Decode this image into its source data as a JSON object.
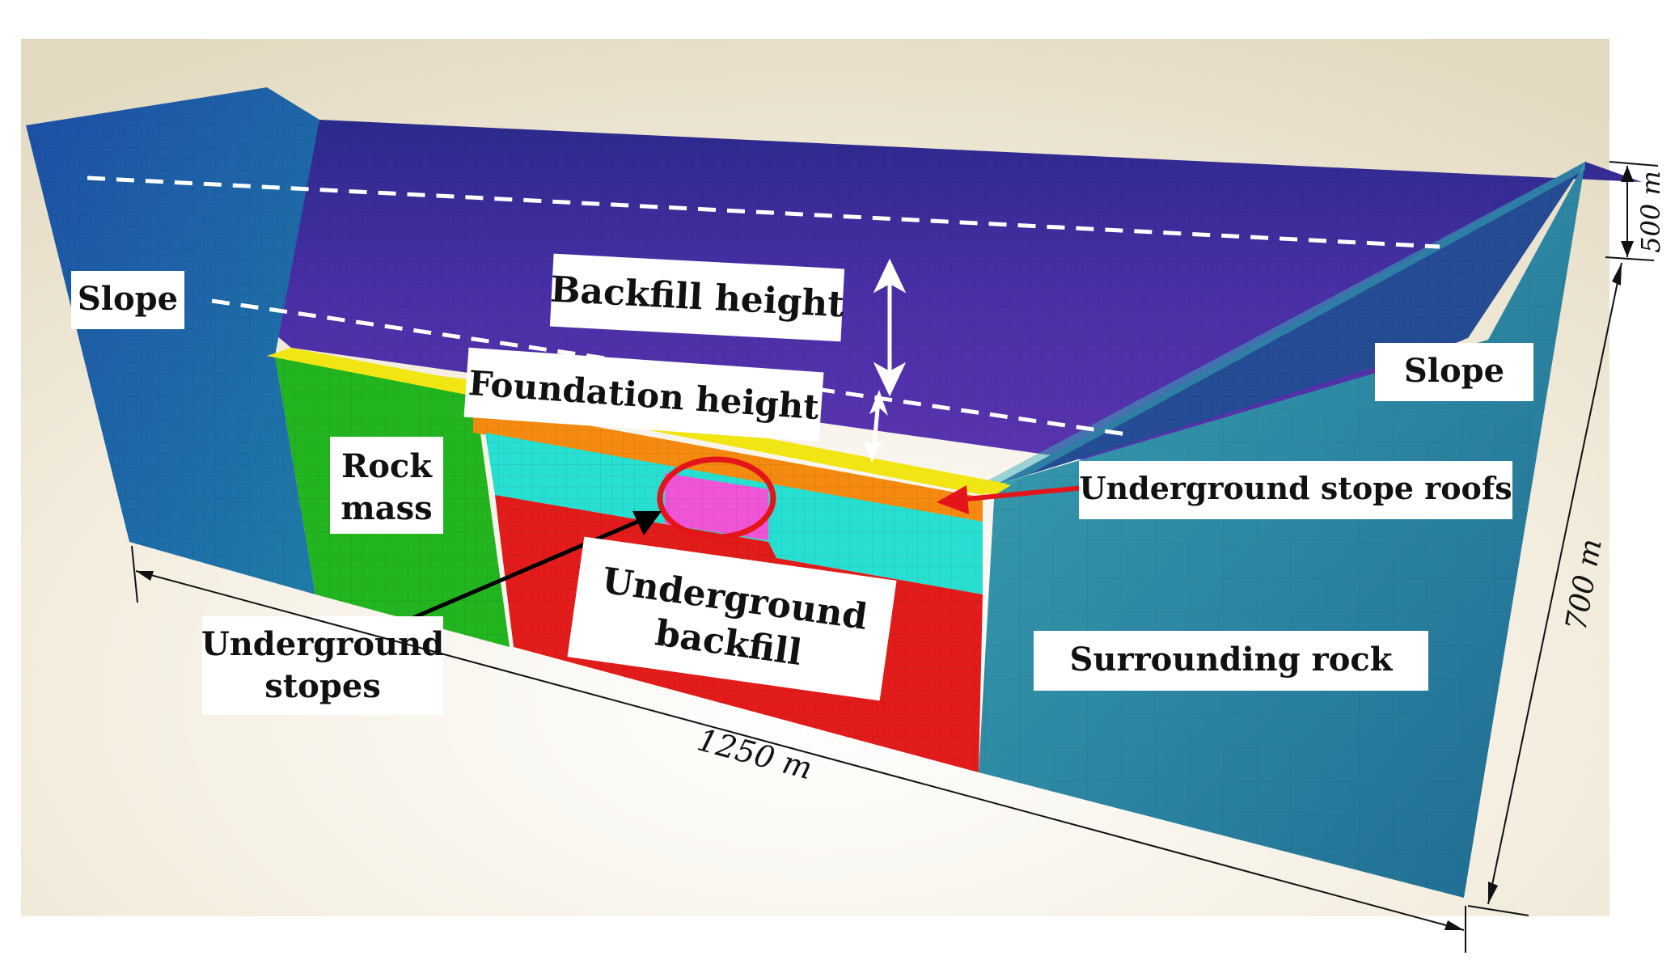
{
  "labels": {
    "slope_left": "Slope",
    "slope_right": "Slope",
    "backfill_height": "Backfill height",
    "foundation_height": "Foundation height",
    "rock_mass_line1": "Rock",
    "rock_mass_line2": "mass",
    "underground_stope_roofs": "Underground stope roofs",
    "underground_backfill_line1": "Underground",
    "underground_backfill_line2": "backfill",
    "underground_stopes_line1": "Underground",
    "underground_stopes_line2": "stopes",
    "surrounding_rock": "Surrounding rock"
  },
  "dimensions": {
    "length": "1250 m",
    "depth": "700 m",
    "height": "500 m"
  },
  "colors": {
    "top_band": "#3a2a9a",
    "slope": "#1e6aa6",
    "rock_mass": "#22b51f",
    "roof_yellow": "#f2e514",
    "roof_orange": "#f58a10",
    "stope_cyan": "#28e0d2",
    "backfill_red": "#e21c1a",
    "stope_pink": "#f055d8",
    "surrounding_rock": "#2f90a6",
    "annotation_red": "#e3151b"
  }
}
